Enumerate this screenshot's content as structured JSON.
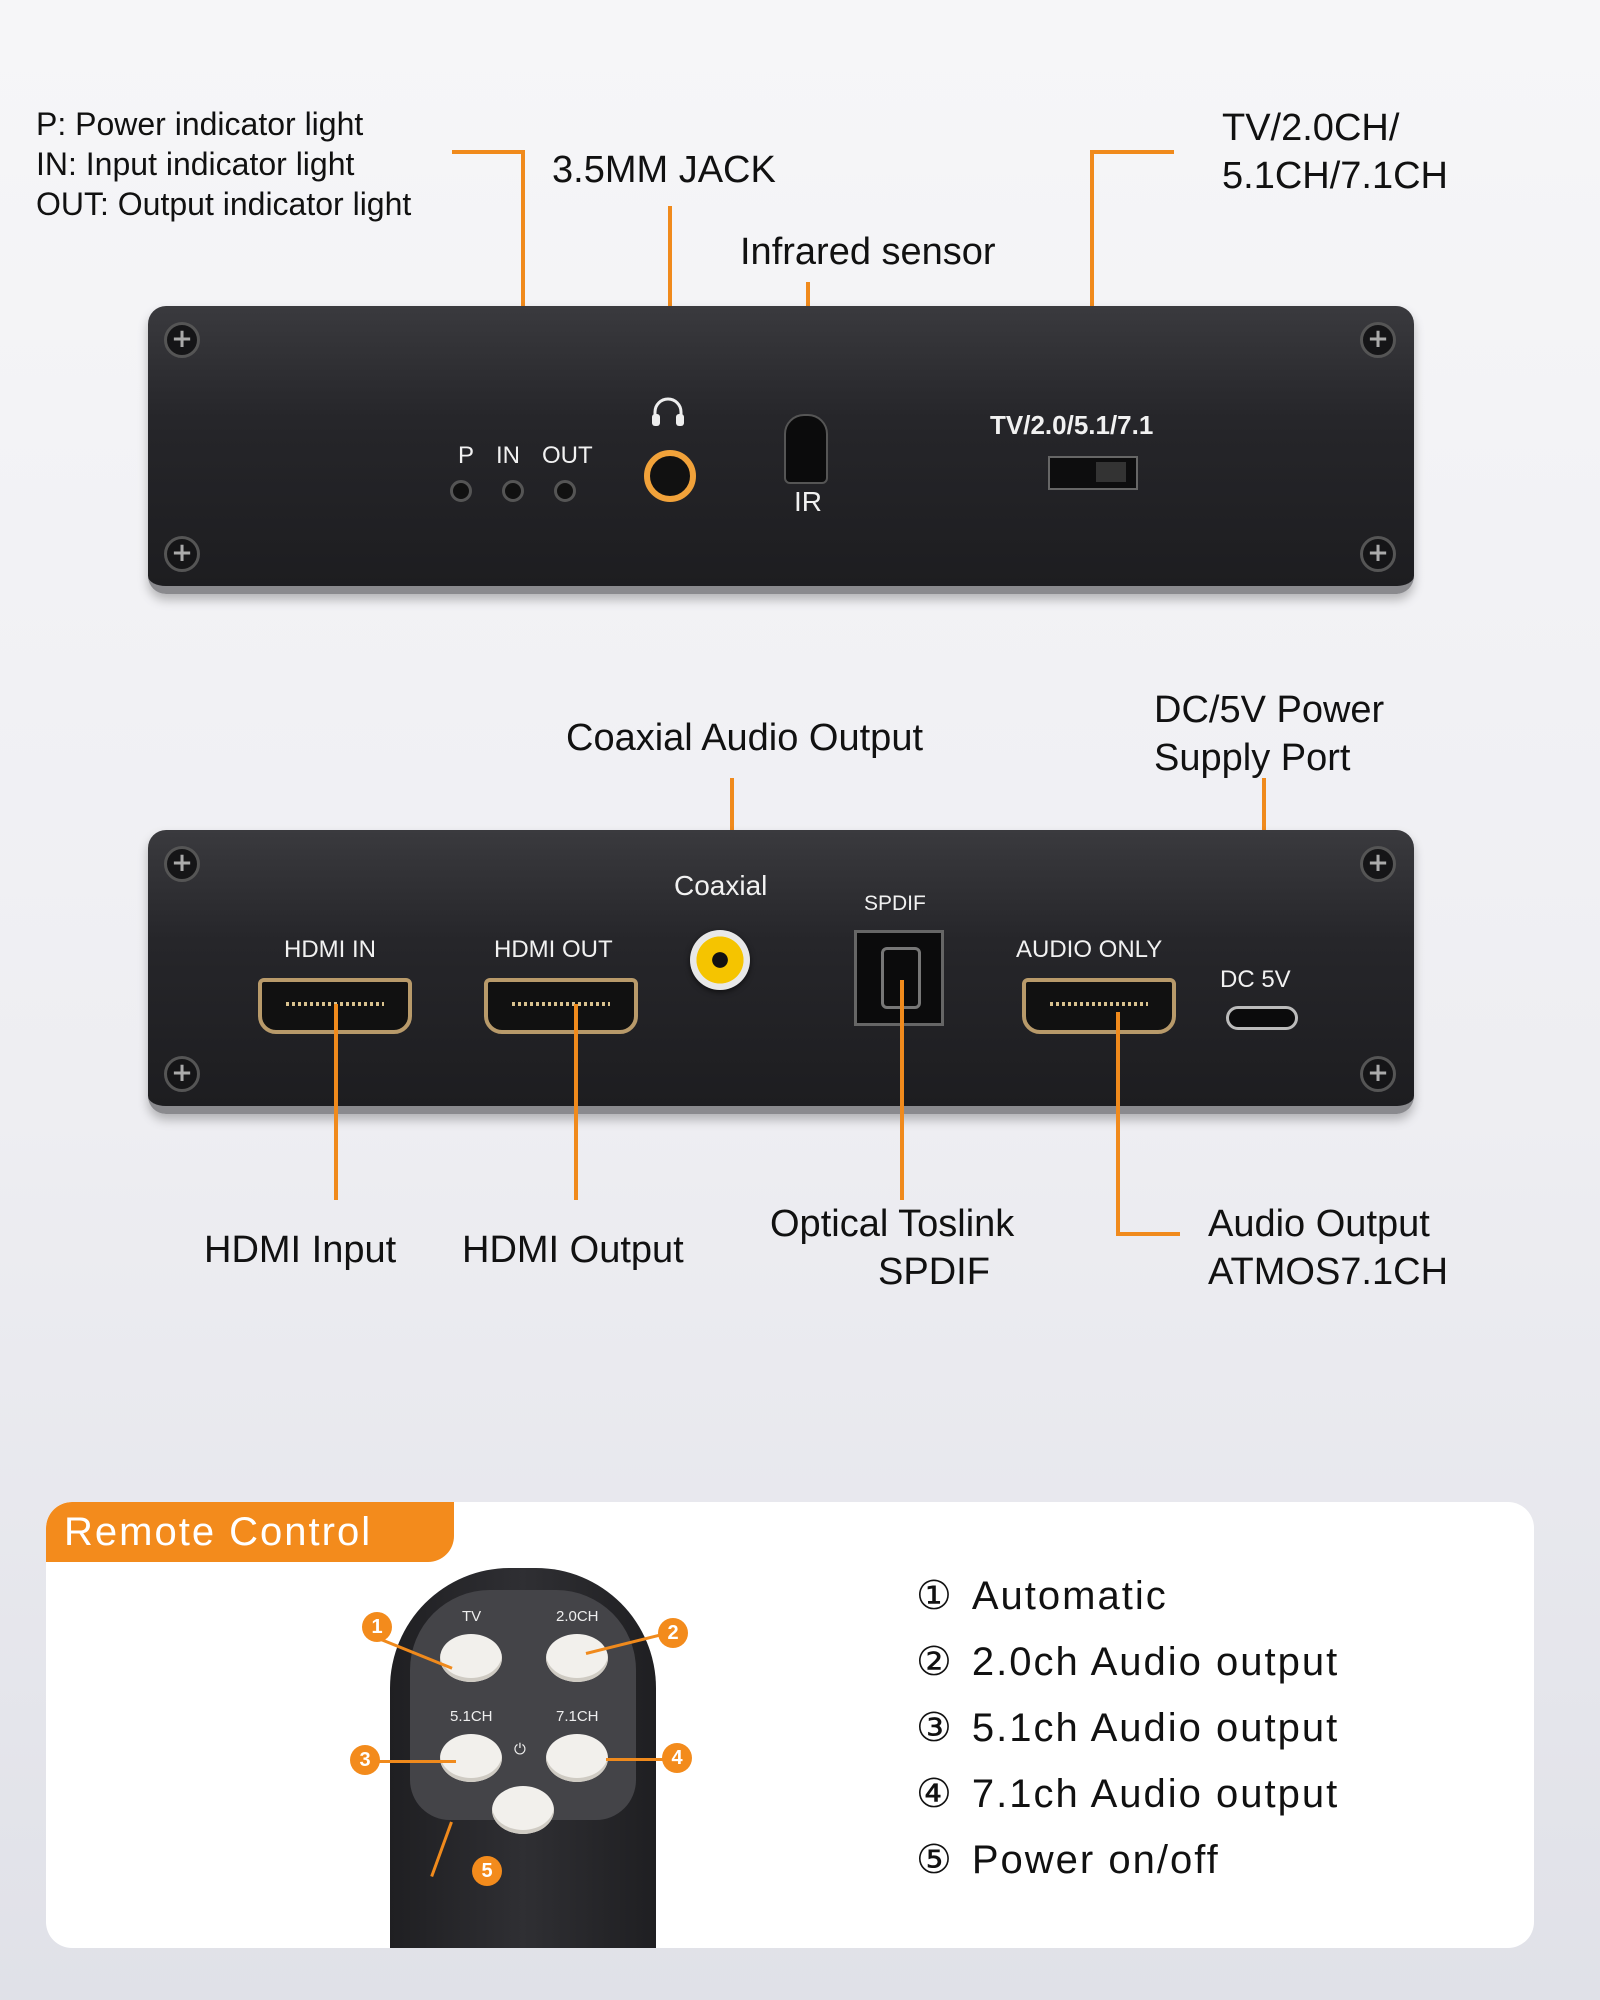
{
  "top_panel": {
    "callouts": {
      "indicator_lines": [
        "P: Power indicator light",
        "IN: Input indicator light",
        "OUT: Output indicator light"
      ],
      "jack": "3.5MM JACK",
      "infrared": "Infrared sensor",
      "mode_line1": "TV/2.0CH/",
      "mode_line2": "5.1CH/7.1CH"
    },
    "printed": {
      "led_p": "P",
      "led_in": "IN",
      "led_out": "OUT",
      "ir": "IR",
      "switch": "TV/2.0/5.1/7.1"
    }
  },
  "bottom_panel": {
    "callouts": {
      "coaxial": "Coaxial Audio Output",
      "dc_line1": "DC/5V Power",
      "dc_line2": "Supply Port",
      "hdmi_input": "HDMI Input",
      "hdmi_output": "HDMI Output",
      "optical_line1": "Optical Toslink",
      "optical_line2": "SPDIF",
      "audio_line1": "Audio Output",
      "audio_line2": "ATMOS7.1CH"
    },
    "printed": {
      "hdmi_in": "HDMI IN",
      "hdmi_out": "HDMI OUT",
      "coaxial": "Coaxial",
      "spdif": "SPDIF",
      "audio_only": "AUDIO ONLY",
      "dc": "DC 5V"
    }
  },
  "remote": {
    "title": "Remote Control",
    "buttons": {
      "tv": "TV",
      "ch20": "2.0CH",
      "ch51": "5.1CH",
      "ch71": "7.1CH",
      "power_symbol": "⏻"
    },
    "badges": [
      "1",
      "2",
      "3",
      "4",
      "5"
    ],
    "legend": [
      {
        "num": "①",
        "text": "Automatic"
      },
      {
        "num": "②",
        "text": "2.0ch Audio output"
      },
      {
        "num": "③",
        "text": "5.1ch Audio output"
      },
      {
        "num": "④",
        "text": "7.1ch Audio output"
      },
      {
        "num": "⑤",
        "text": "Power on/off"
      }
    ]
  },
  "colors": {
    "accent": "#f38b1c",
    "panel": "#26262a"
  }
}
